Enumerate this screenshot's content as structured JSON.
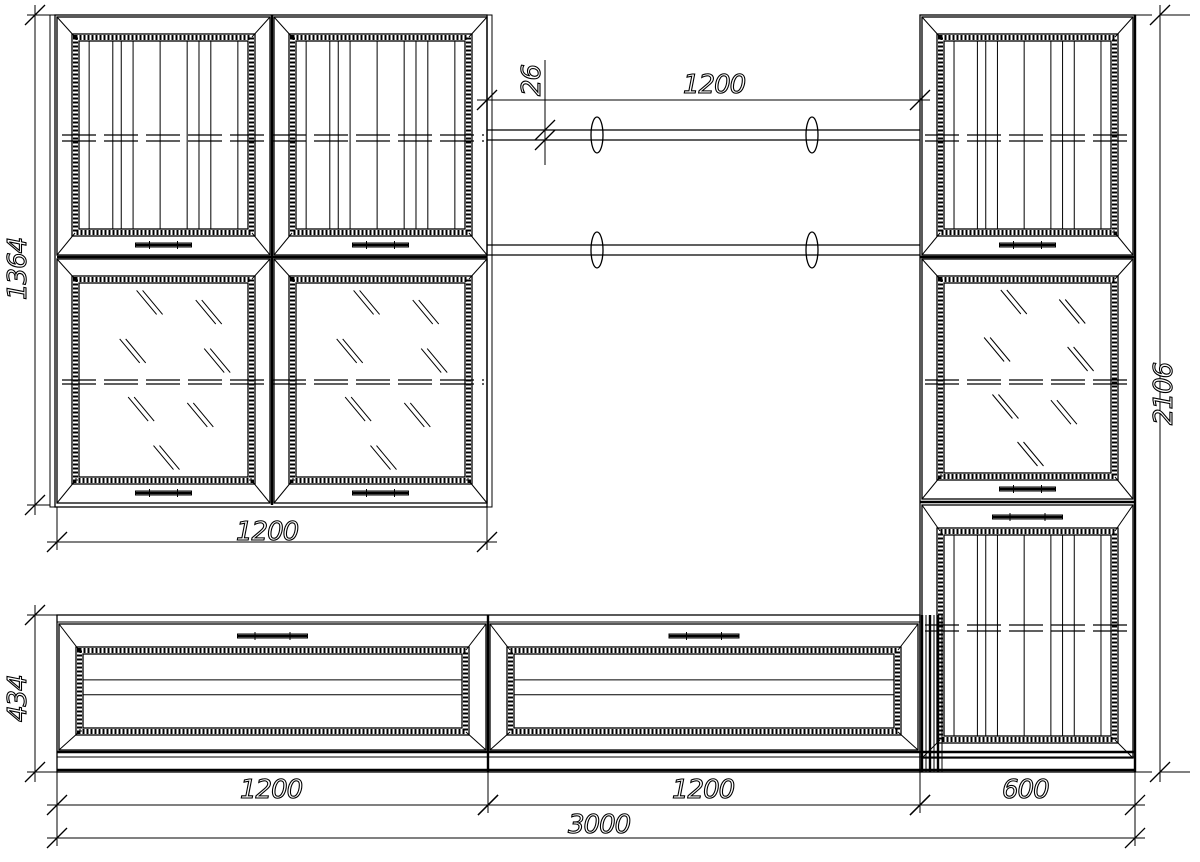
{
  "drawing": {
    "dimensions": {
      "upper_height": "1364",
      "tower_height": "2106",
      "shelf_thickness": "26",
      "shelf_width": "1200",
      "upper_width": "1200",
      "base_height": "434",
      "base_left_width": "1200",
      "base_middle_width": "1200",
      "tower_width": "600",
      "total_width": "3000"
    },
    "colors": {
      "line": "#000000",
      "background": "#ffffff"
    }
  }
}
